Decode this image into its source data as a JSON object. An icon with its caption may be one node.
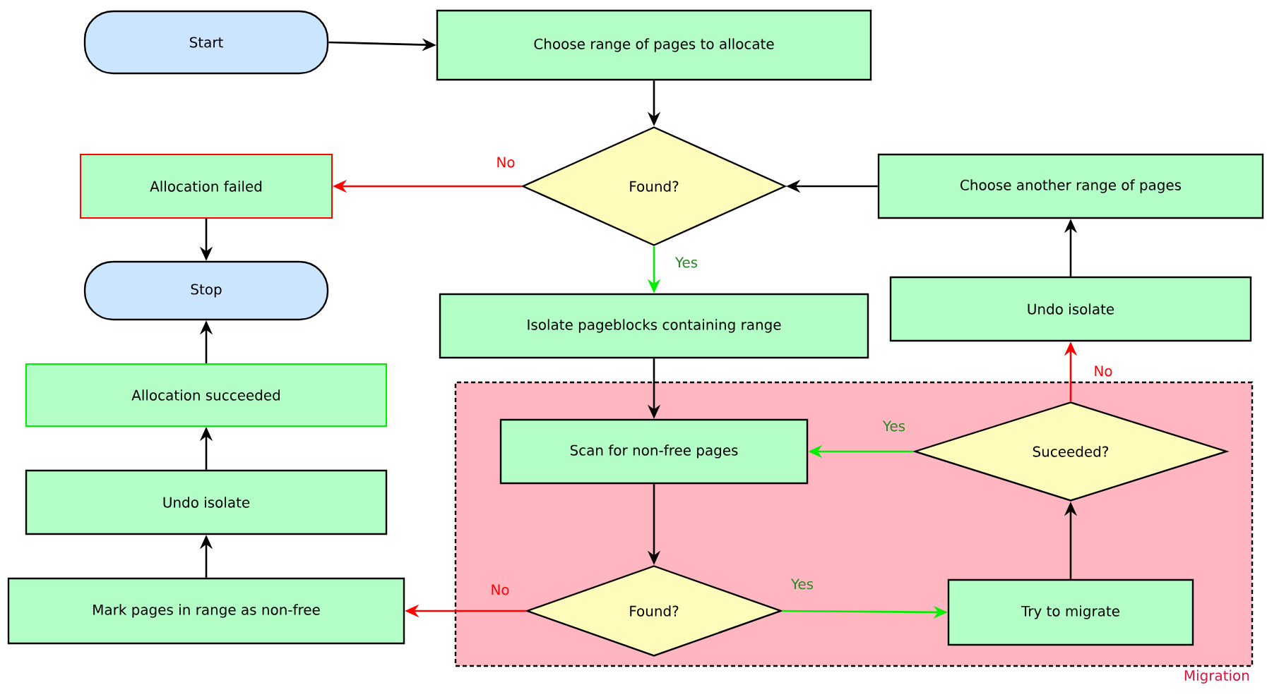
{
  "diagram": {
    "nodes": [
      {
        "text": [
          "Start"
        ]
      },
      {
        "text": [
          "Choose range of pages to allocate"
        ]
      },
      {
        "text": [
          "Found?"
        ]
      },
      {
        "text": [
          "Allocation failed"
        ]
      },
      {
        "text": [
          "Stop"
        ]
      },
      {
        "text": [
          "Choose another range of pages"
        ]
      },
      {
        "text": [
          "Isolate pageblocks containing range"
        ]
      },
      {
        "text": [
          "Undo isolate"
        ]
      },
      {
        "text": [
          "Allocation succeeded"
        ]
      },
      {
        "text": [
          "Migration"
        ]
      },
      {
        "text": [
          "Scan for non-free pages"
        ],
        "in": 9
      },
      {
        "text": [
          "Suceeded?"
        ],
        "in": 9
      },
      {
        "text": [
          "Undo isolate"
        ]
      },
      {
        "text": [
          "Found?"
        ],
        "in": 9
      },
      {
        "text": [
          "Try to migrate"
        ],
        "in": 9
      },
      {
        "text": [
          "Mark pages in range as non-free"
        ]
      }
    ],
    "edges": [
      {
        "from": 0,
        "to": 1,
        "arrow": "to"
      },
      {
        "from": 1,
        "to": 2,
        "arrow": "to"
      },
      {
        "from": 2,
        "to": 3,
        "arrow": "to",
        "label": "No",
        "color": "#ff0000"
      },
      {
        "from": 2,
        "to": 6,
        "arrow": "to",
        "label": "Yes",
        "color": "#00ee00"
      },
      {
        "from": 5,
        "to": 2,
        "arrow": "to"
      },
      {
        "from": 3,
        "to": 4,
        "arrow": "to"
      },
      {
        "from": 8,
        "to": 4,
        "arrow": "to"
      },
      {
        "from": 12,
        "to": 8,
        "arrow": "to"
      },
      {
        "from": 15,
        "to": 12,
        "arrow": "to"
      },
      {
        "from": 6,
        "to": 10,
        "arrow": "to"
      },
      {
        "from": 10,
        "to": 13,
        "arrow": "to"
      },
      {
        "from": 13,
        "to": 15,
        "arrow": "to",
        "label": "No",
        "color": "#ff0000"
      },
      {
        "from": 13,
        "to": 14,
        "arrow": "to",
        "label": "Yes",
        "color": "#00ee00"
      },
      {
        "from": 14,
        "to": 11,
        "arrow": "to"
      },
      {
        "from": 11,
        "to": 10,
        "arrow": "to",
        "label": "Yes",
        "color": "#00ee00"
      },
      {
        "from": 11,
        "to": 7,
        "arrow": "to",
        "label": "No",
        "color": "#ff0000"
      },
      {
        "from": 7,
        "to": 5,
        "arrow": "to"
      }
    ]
  }
}
